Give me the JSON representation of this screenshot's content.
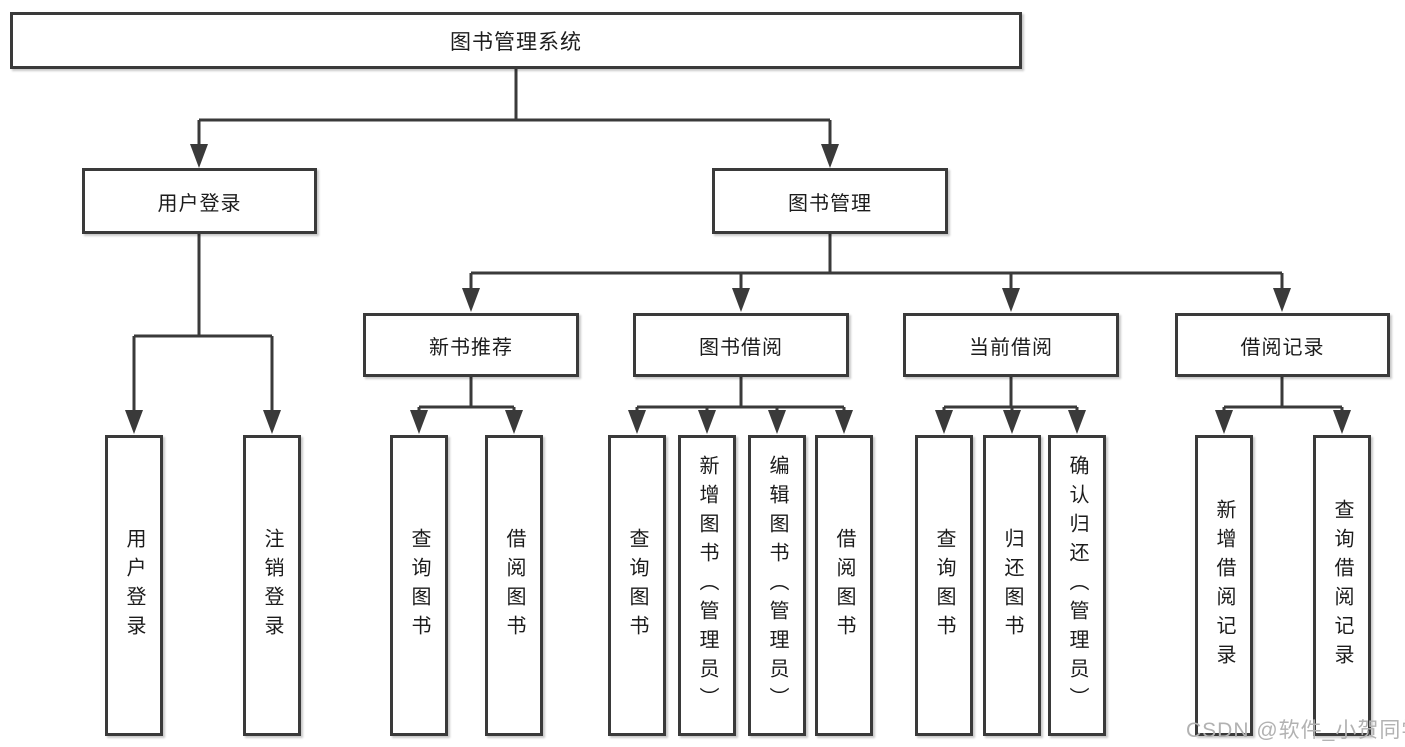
{
  "diagram": {
    "root": {
      "label": "图书管理系统"
    },
    "level2": {
      "user_login": {
        "label": "用户登录"
      },
      "book_management": {
        "label": "图书管理"
      }
    },
    "level3": {
      "new_book_recommend": {
        "label": "新书推荐"
      },
      "book_borrow": {
        "label": "图书借阅"
      },
      "current_borrow": {
        "label": "当前借阅"
      },
      "borrow_records": {
        "label": "借阅记录"
      }
    },
    "leaves": {
      "user_login": "用户登录",
      "logout": "注销登录",
      "nb_query_books": "查询图书",
      "nb_borrow_books": "借阅图书",
      "bb_query_books": "查询图书",
      "bb_add_books": "新增图书（管理员）",
      "bb_edit_books": "编辑图书（管理员）",
      "bb_borrow_books": "借阅图书",
      "cb_query_books": "查询图书",
      "cb_return_books": "归还图书",
      "cb_confirm_return": "确认归还（管理员）",
      "br_add_record": "新增借阅记录",
      "br_query_record": "查询借阅记录"
    },
    "watermark": "CSDN @软件_小贺同学",
    "colors": {
      "line": "#3a3a3a",
      "text": "#1c1c1c",
      "box_background": "#ffffff",
      "watermark": "#b2b2b2",
      "page_background": "#ffffff"
    }
  }
}
